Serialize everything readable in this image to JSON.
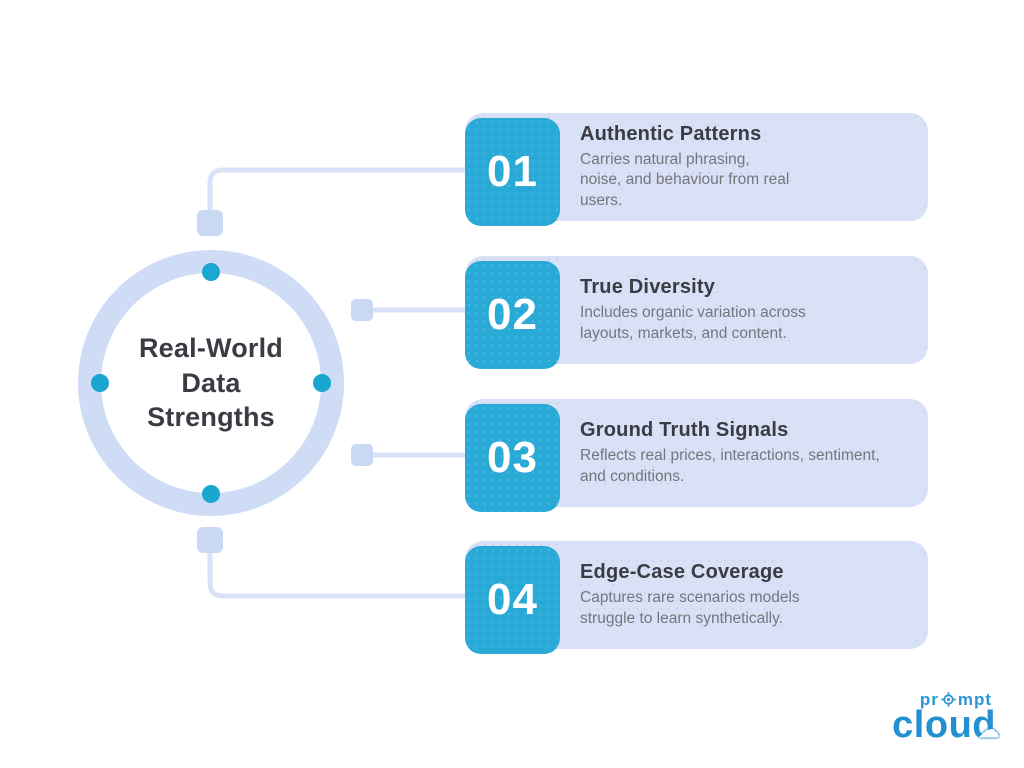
{
  "hub": {
    "title_lines": [
      "Real-World",
      "Data",
      "Strengths"
    ]
  },
  "items": [
    {
      "number": "01",
      "title": "Authentic Patterns",
      "description_lines": [
        "Carries natural phrasing,",
        "noise, and behaviour from real",
        "users."
      ]
    },
    {
      "number": "02",
      "title": "True Diversity",
      "description_lines": [
        "Includes organic variation across",
        "layouts, markets, and content."
      ]
    },
    {
      "number": "03",
      "title": "Ground Truth Signals",
      "description_lines": [
        "Reflects real prices, interactions, sentiment,",
        "and conditions."
      ]
    },
    {
      "number": "04",
      "title": "Edge-Case Coverage",
      "description_lines": [
        "Captures rare scenarios models",
        "struggle to learn synthetically."
      ]
    }
  ],
  "logo": {
    "top_left": "pr",
    "top_right": "mpt",
    "bottom": "cloud"
  },
  "colors": {
    "accent_cyan": "#29A9D6",
    "dot_cyan": "#1BA6D2",
    "card_bg": "#D9E1F6",
    "ring": "#CFDCF6",
    "connector": "#DAE2F7",
    "node_square": "#C9D8F3",
    "title_text": "#3B3B43",
    "desc_text": "#75757D",
    "logo_blue": "#2590CF"
  }
}
